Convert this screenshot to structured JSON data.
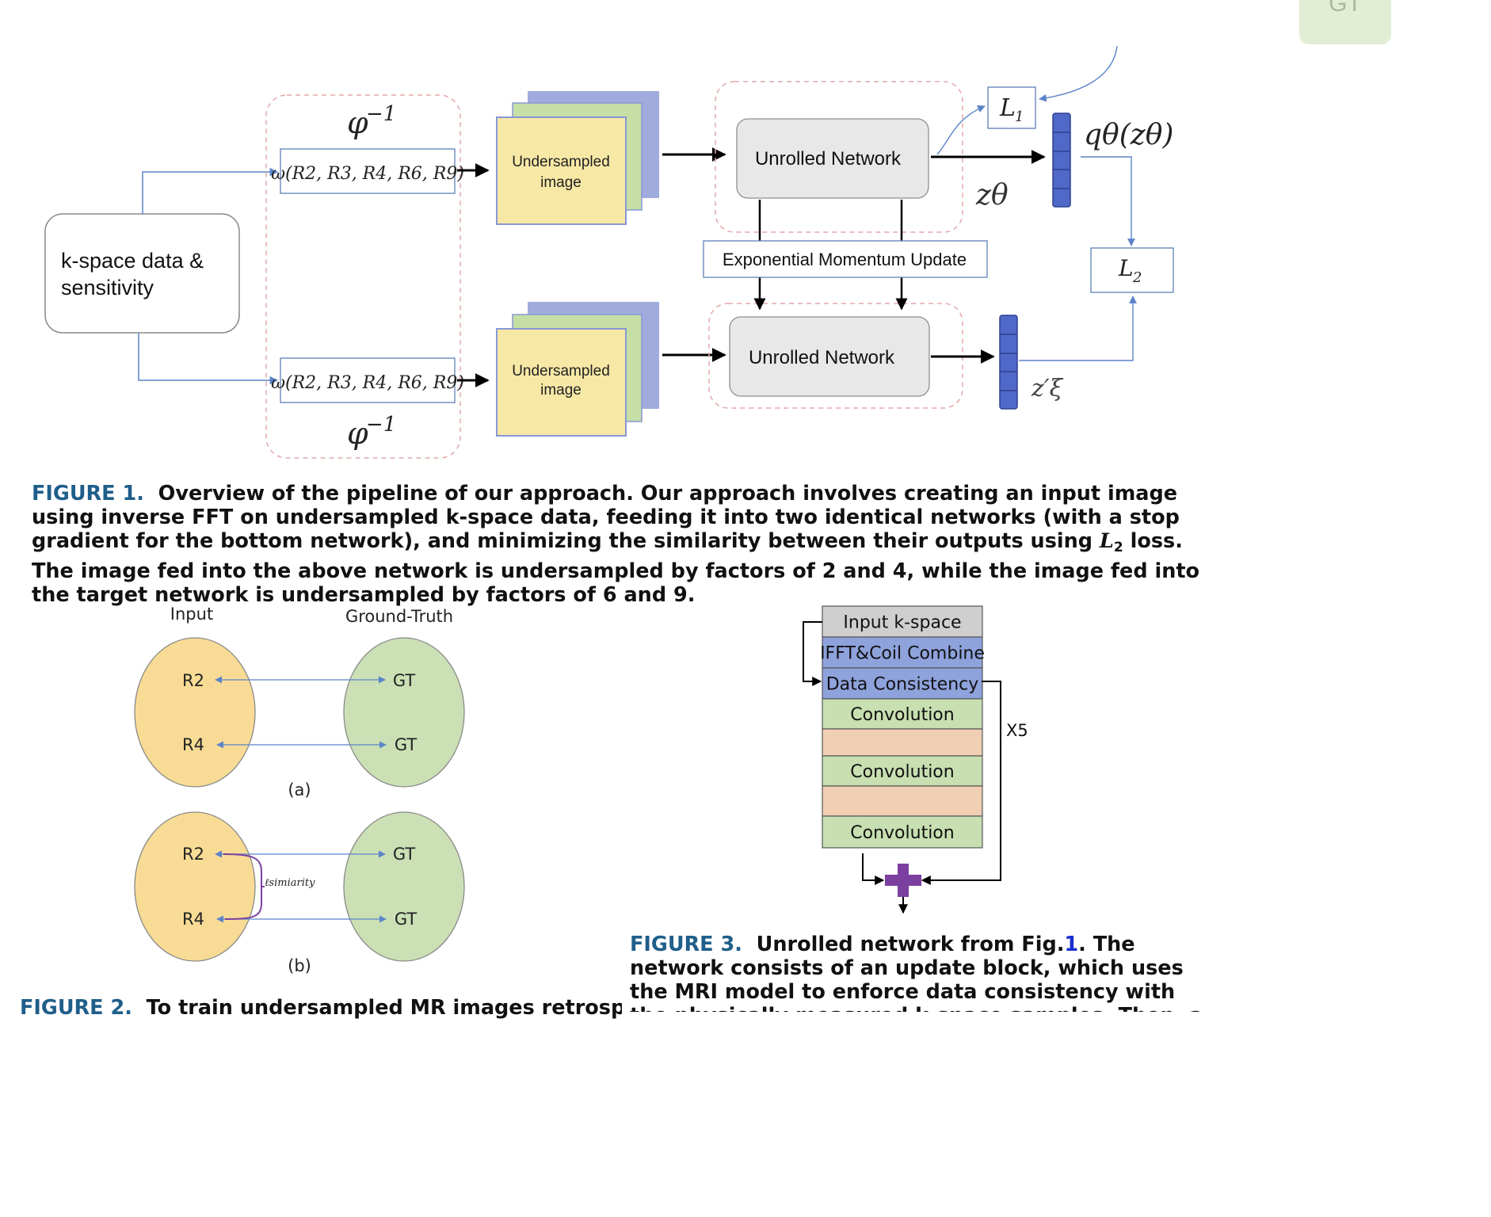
{
  "figure1": {
    "gt_label": "GT",
    "kspace_label_line1": "k-space data &",
    "kspace_label_line2": "sensitivity",
    "phi_inv_base": "φ",
    "phi_inv_exp": "−1",
    "omega_top": "ω(R2, R3, R4, R6, R9)",
    "omega_bottom": "ω(R2, R3, R4, R6, R9)",
    "undersampled_line1": "Undersampled",
    "undersampled_line2": "image",
    "unrolled_top": "Unrolled Network",
    "unrolled_bottom": "Unrolled Network",
    "ema_label": "Exponential Momentum Update",
    "l1_base": "L",
    "l1_sub": "1",
    "l2_base": "L",
    "l2_sub": "2",
    "q_label": "qθ(zθ)",
    "z_theta": "zθ",
    "z_xi": "z′ξ",
    "colors": {
      "undersampled_fill": "#f7e8a6",
      "undersampled_border": "#8897d6",
      "stack_green": "#c5dfa5",
      "stack_blue": "#a0acdd",
      "network_fill": "#e8e8e8",
      "vector_fill": "#5068c8",
      "arrow_blue": "#5b84c9"
    }
  },
  "figure1_caption": {
    "label": "FIGURE 1.",
    "text_a": "Overview of the pipeline of our approach. Our approach involves creating an input image using inverse FFT on undersampled k-space data, feeding it into two identical networks (with a stop gradient for the bottom network), and minimizing the similarity between their outputs using ",
    "math_base": "L",
    "math_sub": "2",
    "text_b": " loss. The image fed into the above network is undersampled by factors of 2 and 4, while the image fed into the target network is undersampled by factors of 6 and 9."
  },
  "figure2": {
    "input_title": "Input",
    "gt_title": "Ground-Truth",
    "a": {
      "r_top": "R2",
      "r_bottom": "R4",
      "gt_top": "GT",
      "gt_bottom": "GT",
      "tag": "(a)"
    },
    "b": {
      "r_top": "R2",
      "r_bottom": "R4",
      "gt_top": "GT",
      "gt_bottom": "GT",
      "tag": "(b)",
      "similarity_label": "ℓsimiarity"
    },
    "colors": {
      "input_fill": "#f8dc95",
      "gt_fill": "#cbe0b5",
      "similarity_brace": "#7b3fa0"
    }
  },
  "figure2_caption": {
    "label": "FIGURE 2.",
    "text": "To train undersampled MR images retrospectively using MRI,"
  },
  "figure3": {
    "layers": [
      "Input k-space",
      "IFFT&Coil Combine",
      "Data Consistency",
      "Convolution",
      "",
      "Convolution",
      "",
      "Convolution"
    ],
    "repeat_label": "X5",
    "colors": {
      "input": "#cfcfcf",
      "blue": "#8ea2dc",
      "conv": "#c7dfb1",
      "relu": "#f1cfb4",
      "plus": "#7b3fa0"
    }
  },
  "figure3_caption": {
    "label": "FIGURE 3.",
    "text_a": "Unrolled network from Fig.",
    "ref": "1",
    "text_b": ". The network consists of an update block, which uses the MRI model to enforce data consistency with the physically measured k-space samples. Then, a residual structure block is used to denoise the input image to produce the output image. Except"
  }
}
